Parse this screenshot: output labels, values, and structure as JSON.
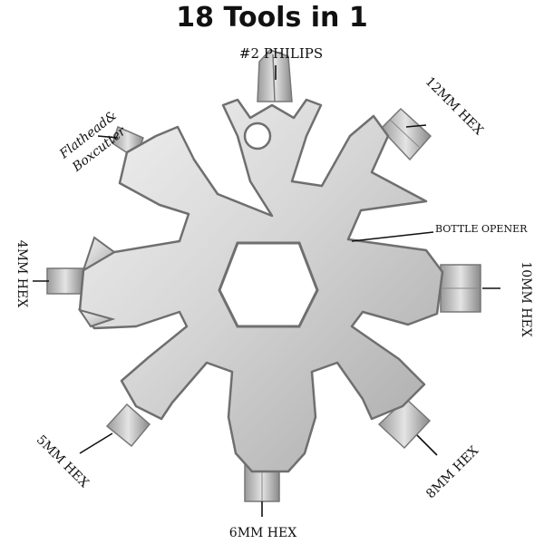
{
  "title": "18 Tools in 1",
  "labels": {
    "philips": "#2 PHILIPS",
    "flathead_1": "Flathead&",
    "flathead_2": "Boxcutter",
    "hex12": "12MM HEX",
    "bottle": "BOTTLE OPENER",
    "hex10": "10MM HEX",
    "hex4": "4MM HEX",
    "hex5": "5MM HEX",
    "hex6": "6MM HEX",
    "hex8": "8MM HEX"
  },
  "colors": {
    "metal_light": "#e6e6e6",
    "metal_mid": "#c4c4c4",
    "metal_dark": "#8e8e8e",
    "outline": "#6f6f6f",
    "text": "#111111"
  }
}
